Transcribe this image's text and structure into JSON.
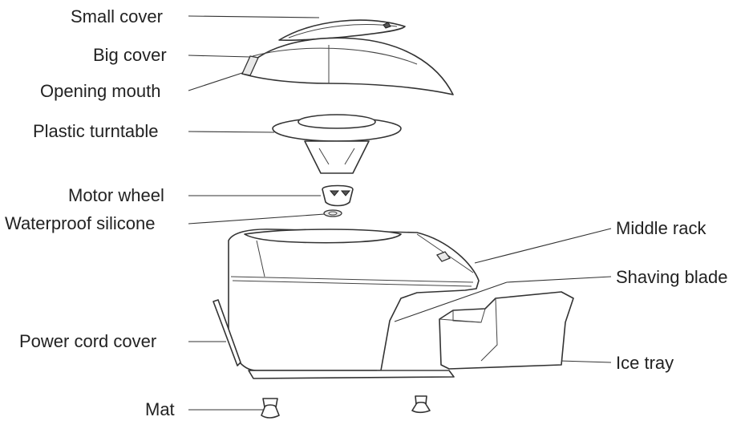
{
  "labels": {
    "small_cover": "Small cover",
    "big_cover": "Big cover",
    "opening_mouth": "Opening mouth",
    "plastic_turntable": "Plastic turntable",
    "motor_wheel": "Motor wheel",
    "waterproof_silicone": "Waterproof silicone",
    "power_cord_cover": "Power cord cover",
    "mat": "Mat",
    "middle_rack": "Middle rack",
    "shaving_blade": "Shaving blade",
    "ice_tray": "Ice tray"
  },
  "colors": {
    "line": "#333333",
    "text": "#222222",
    "background": "#ffffff"
  }
}
